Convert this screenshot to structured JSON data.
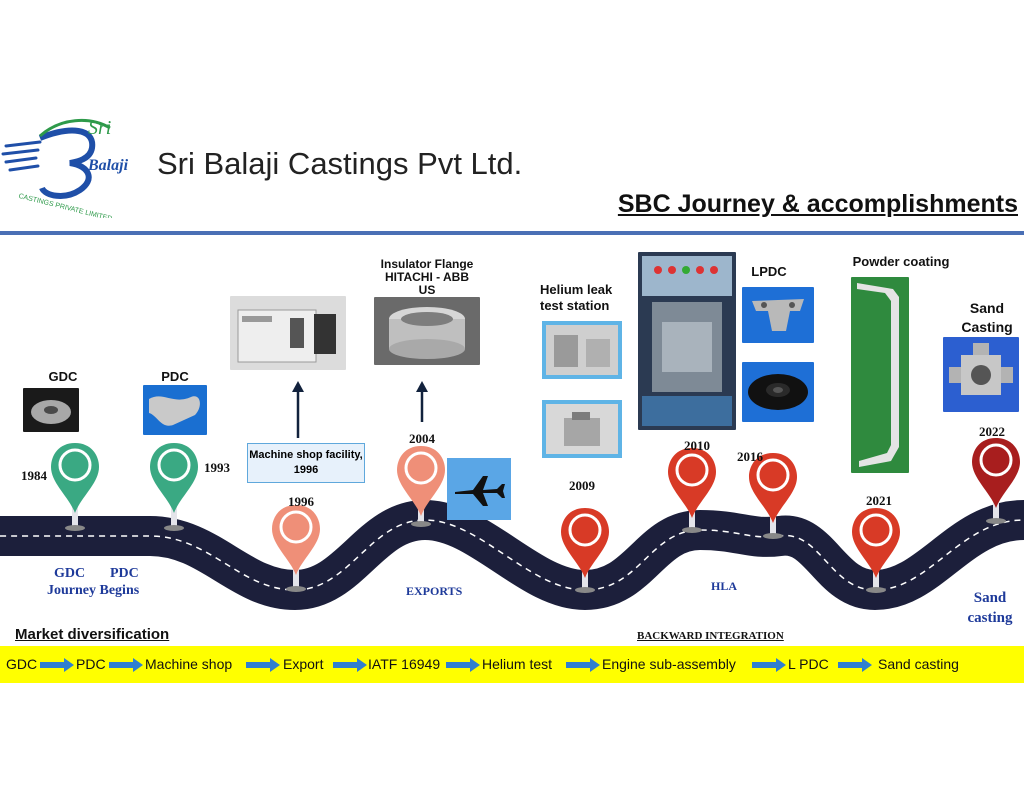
{
  "header": {
    "company_name": "Sri Balaji Castings Pvt Ltd.",
    "subtitle": "SBC Journey & accomplishments"
  },
  "logo": {
    "script_top": "Sri",
    "script_bottom": "Balaji",
    "arc_text": "CASTINGS PRIVATE LIMITED"
  },
  "milestones": {
    "gdc": {
      "label": "GDC",
      "year": "1984",
      "note1": "GDC",
      "note2": "Journey Begins"
    },
    "pdc": {
      "label": "PDC",
      "year": "1993",
      "note1": "PDC"
    },
    "machine": {
      "label": "Machine shop facility, 1996",
      "year": "1996"
    },
    "export": {
      "label1": "Insulator Flange",
      "label2": "HITACHI - ABB",
      "label3": "US",
      "year": "2004",
      "note": "EXPORTS"
    },
    "helium": {
      "label1": "Helium leak",
      "label2": "test station",
      "year": "2009"
    },
    "hla": {
      "year": "2010",
      "note": "HLA"
    },
    "lpdc": {
      "label": "LPDC",
      "year": "2016"
    },
    "powder": {
      "label": "Powder coating",
      "year": "2021"
    },
    "sand": {
      "label1": "Sand",
      "label2": "Casting",
      "year": "2022",
      "note1": "Sand",
      "note2": "casting"
    }
  },
  "captions": {
    "market": "Market diversification",
    "backward": "BACKWARD INTEGRATION"
  },
  "flow": [
    "GDC",
    "PDC",
    "Machine shop",
    "Export",
    "IATF 16949",
    "Helium test",
    "Engine sub-assembly",
    "L PDC",
    "Sand casting"
  ],
  "colors": {
    "road": "#1c1f3b",
    "rule": "#4a6fb5",
    "pin_green": "#3aa983",
    "pin_salmon": "#ef8f78",
    "pin_red": "#d83a26",
    "pin_maroon": "#a81e1e",
    "flow_bar": "#ffff00",
    "flow_arrow": "#2f7fd0",
    "note_blue": "#1e3a9a"
  },
  "icons": [
    "airplane-icon",
    "up-arrow-icon",
    "right-arrow-icon",
    "map-pin-icon"
  ]
}
